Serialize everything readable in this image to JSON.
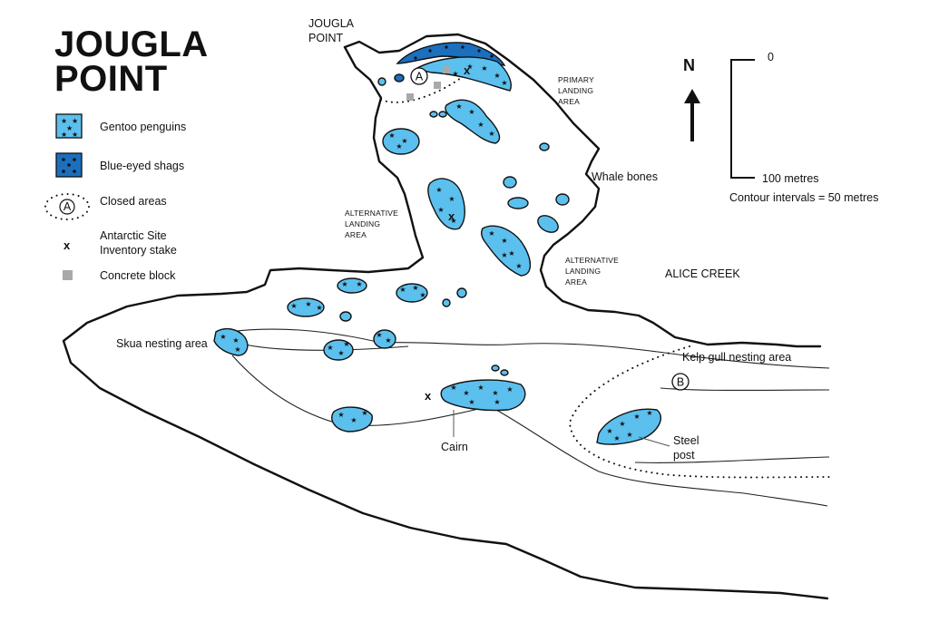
{
  "title": [
    "JOUGLA",
    "POINT"
  ],
  "legend": [
    {
      "key": "gentoo",
      "label": "Gentoo penguins",
      "color": "#5cc0ee"
    },
    {
      "key": "shag",
      "label": "Blue-eyed shags",
      "color": "#1b6fbd"
    },
    {
      "key": "closed",
      "label": "Closed areas",
      "symbol": "A"
    },
    {
      "key": "stake",
      "label": [
        "Antarctic Site",
        "Inventory stake"
      ],
      "symbol": "x"
    },
    {
      "key": "block",
      "label": "Concrete block",
      "color": "#a9a9a9"
    }
  ],
  "labels": {
    "jougla_point": [
      "JOUGLA",
      "POINT"
    ],
    "primary_landing": [
      "PRIMARY",
      "LANDING",
      "AREA"
    ],
    "alt_landing_west": [
      "ALTERNATIVE",
      "LANDING",
      "AREA"
    ],
    "alt_landing_east": [
      "ALTERNATIVE",
      "LANDING",
      "AREA"
    ],
    "whale_bones": "Whale bones",
    "alice_creek": "ALICE CREEK",
    "skua": "Skua nesting area",
    "kelp_gull": "Kelp gull nesting area",
    "cairn": "Cairn",
    "steel_post": [
      "Steel",
      "post"
    ],
    "closed_a": "A",
    "closed_b": "B",
    "stake_mark": "x",
    "colony_mark": "★"
  },
  "compass": {
    "label": "N"
  },
  "scale": {
    "top": "0",
    "bottom": "100 metres",
    "contour_note": "Contour intervals = 50 metres"
  },
  "colors": {
    "gentoo": "#5cc0ee",
    "shag": "#1b6fbd",
    "block": "#a9a9a9",
    "outline": "#111111"
  }
}
